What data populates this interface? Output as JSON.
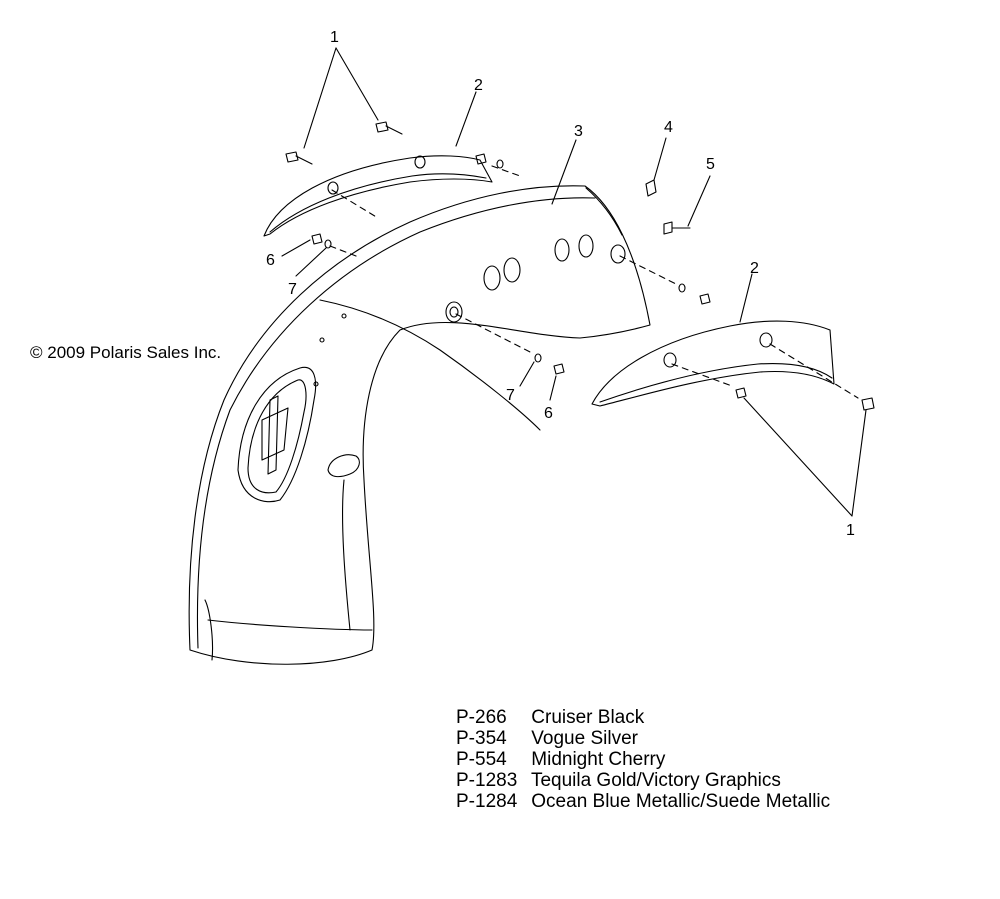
{
  "copyright": "© 2009 Polaris Sales Inc.",
  "callouts": [
    {
      "id": "c1a",
      "label": "1"
    },
    {
      "id": "c2a",
      "label": "2"
    },
    {
      "id": "c3",
      "label": "3"
    },
    {
      "id": "c4",
      "label": "4"
    },
    {
      "id": "c5",
      "label": "5"
    },
    {
      "id": "c2b",
      "label": "2"
    },
    {
      "id": "c6a",
      "label": "6"
    },
    {
      "id": "c7a",
      "label": "7"
    },
    {
      "id": "c7b",
      "label": "7"
    },
    {
      "id": "c6b",
      "label": "6"
    },
    {
      "id": "c1b",
      "label": "1"
    }
  ],
  "legend": [
    {
      "code": "P-266",
      "name": "Cruiser Black"
    },
    {
      "code": "P-354",
      "name": "Vogue Silver"
    },
    {
      "code": "P-554",
      "name": "Midnight Cherry"
    },
    {
      "code": "P-1283",
      "name": "Tequila Gold/Victory Graphics"
    },
    {
      "code": "P-1284",
      "name": "Ocean Blue Metallic/Suede Metallic"
    }
  ]
}
